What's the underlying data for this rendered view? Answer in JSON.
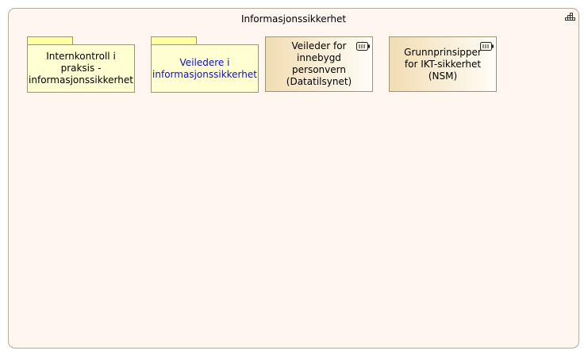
{
  "group": {
    "title": "Informasjonssikkerhet"
  },
  "nodes": [
    {
      "type": "folder",
      "label": "Internkontroll i praksis - informasjonssikkerhet",
      "color": "#000000"
    },
    {
      "type": "folder",
      "label": "Veiledere i informasjonssikkerhet",
      "color": "#1010c8"
    },
    {
      "type": "resource",
      "label": "Veileder for innebygd personvern (Datatilsynet)"
    },
    {
      "type": "resource",
      "label": "Grunnprinsipper for IKT-sikkerhet (NSM)"
    }
  ],
  "colors": {
    "folder_fill": "#ffffd2",
    "resource_fill_start": "#f2ddb3",
    "group_fill": "#fff6f0"
  }
}
